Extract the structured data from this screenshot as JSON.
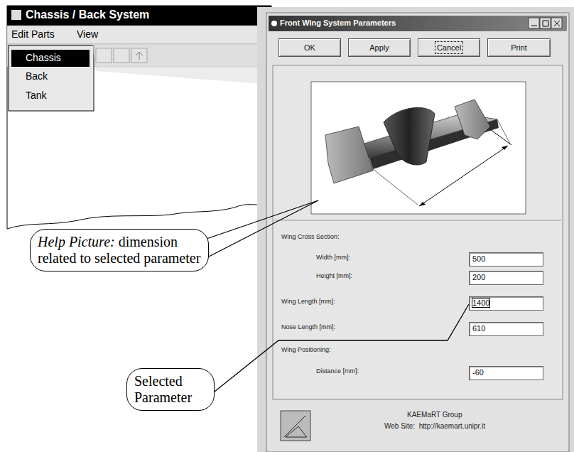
{
  "diagram": {
    "nodes": [
      {
        "text": [
          "OK"
        ]
      },
      {
        "text": [
          "Apply"
        ]
      },
      {
        "text": [
          "Cancel"
        ]
      },
      {
        "text": [
          "Print"
        ]
      },
      {
        "text": [
          "Help Picture:",
          "dimension related to selected parameter"
        ]
      },
      {
        "text": [
          "500"
        ]
      },
      {
        "text": [
          "200"
        ]
      },
      {
        "text": [
          "1400"
        ]
      },
      {
        "text": [
          "610"
        ]
      },
      {
        "text": [
          "Selected Parameter"
        ]
      },
      {
        "text": [
          "-60"
        ]
      }
    ],
    "edges": [
      {
        "from": 9,
        "to": 7,
        "arrow": "none"
      }
    ],
    "labels": [
      "Chassis / Back System",
      "Edit Parts",
      "View",
      "Chassis",
      "Back",
      "Tank",
      "Front Wing System Parameters",
      "Wing Cross Section:",
      "Width [mm]:",
      "Height [mm]:",
      "Wing Length [mm]:",
      "Nose Length [mm]:",
      "Wing Positioning:",
      "Distance [mm]:",
      "KAEMaRT Group",
      "Web Site:  http://kaemart.unipr.it"
    ]
  }
}
